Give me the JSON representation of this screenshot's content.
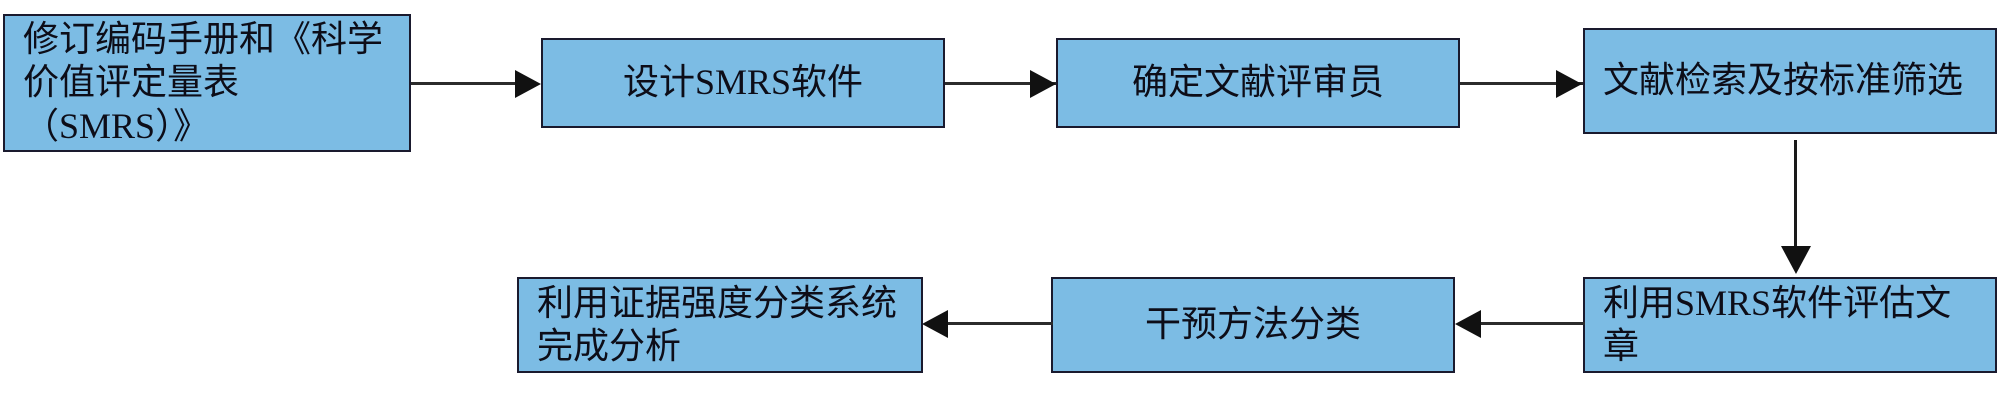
{
  "diagram": {
    "title": "",
    "type": "flowchart",
    "colors": {
      "node_fill": "#7cbce4",
      "node_border": "#1a1a2e",
      "connector": "#222222",
      "text": "#0d0d18",
      "background": "#ffffff"
    },
    "nodes": [
      {
        "id": "n1",
        "label": "修订编码手册和《科学价值评定量表（SMRS）》",
        "order": 1
      },
      {
        "id": "n2",
        "label": "设计SMRS软件",
        "order": 2
      },
      {
        "id": "n3",
        "label": "确定文献评审员",
        "order": 3
      },
      {
        "id": "n4",
        "label": "文献检索及按标准筛选",
        "order": 4
      },
      {
        "id": "n5",
        "label": "利用SMRS软件评估文章",
        "order": 5
      },
      {
        "id": "n6",
        "label": "干预方法分类",
        "order": 6
      },
      {
        "id": "n7",
        "label": "利用证据强度分类系统完成分析",
        "order": 7
      }
    ],
    "connectors": [
      {
        "id": "c1",
        "from": "n1",
        "to": "n2",
        "direction": "right"
      },
      {
        "id": "c2",
        "from": "n2",
        "to": "n3",
        "direction": "right"
      },
      {
        "id": "c3",
        "from": "n3",
        "to": "n4",
        "direction": "right"
      },
      {
        "id": "c4",
        "from": "n4",
        "to": "n5",
        "direction": "down"
      },
      {
        "id": "c5",
        "from": "n5",
        "to": "n6",
        "direction": "left"
      },
      {
        "id": "c6",
        "from": "n6",
        "to": "n7",
        "direction": "left"
      }
    ]
  }
}
